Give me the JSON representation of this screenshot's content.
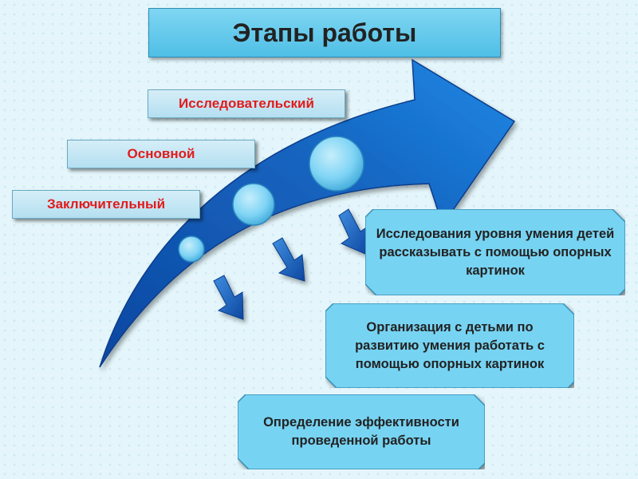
{
  "title": "Этапы работы",
  "stages": [
    {
      "label": "Исследовательский"
    },
    {
      "label": "Основной"
    },
    {
      "label": "Заключительный"
    }
  ],
  "boxes": [
    {
      "text": "Исследования уровня умения детей рассказывать с помощью опорных картинок"
    },
    {
      "text": "Организация с детьми по развитию умения работать с помощью опорных картинок"
    },
    {
      "text": "Определение эффективности проведенной работы"
    }
  ],
  "colors": {
    "arrow": "#1565c0",
    "circle": "#7fd4f5",
    "box": "#77d3f2",
    "stage_text": "#e21b1b",
    "background": "#e4f6fb"
  }
}
